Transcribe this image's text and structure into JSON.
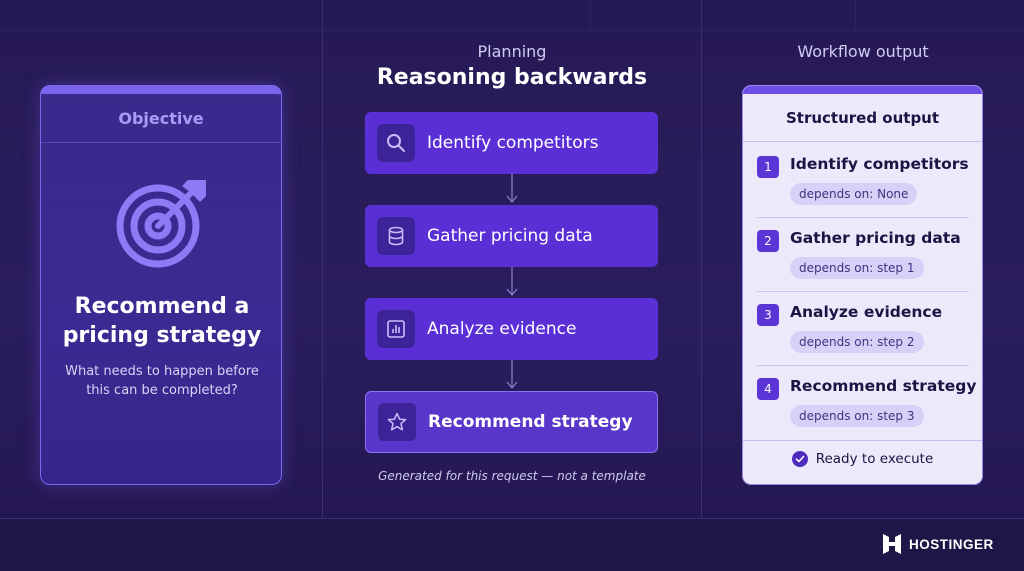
{
  "objective": {
    "header": "Objective",
    "icon": "target-icon",
    "title": "Recommend a pricing strategy",
    "subtitle": "What needs to happen before this can be completed?"
  },
  "planning": {
    "label": "Planning",
    "title": "Reasoning backwards",
    "steps": [
      {
        "label": "Identify competitors",
        "icon": "search-icon"
      },
      {
        "label": "Gather pricing data",
        "icon": "database-icon"
      },
      {
        "label": "Analyze evidence",
        "icon": "bar-chart-icon"
      },
      {
        "label": "Recommend strategy",
        "icon": "star-icon"
      }
    ],
    "footnote": "Generated for this request — not a template"
  },
  "output": {
    "label": "Workflow output",
    "card_title": "Structured output",
    "items": [
      {
        "num": "1",
        "title": "Identify competitors",
        "depends": "depends on: None"
      },
      {
        "num": "2",
        "title": "Gather pricing data",
        "depends": "depends on: step 1"
      },
      {
        "num": "3",
        "title": "Analyze evidence",
        "depends": "depends on: step 2"
      },
      {
        "num": "4",
        "title": "Recommend strategy",
        "depends": "depends on: step 3"
      }
    ],
    "ready": "Ready to execute"
  },
  "brand": {
    "name": "HOSTINGER"
  },
  "colors": {
    "background": "#261a55",
    "accent": "#5a30d6",
    "card_light": "#ece9fb",
    "objective_border": "#7d68e8"
  }
}
